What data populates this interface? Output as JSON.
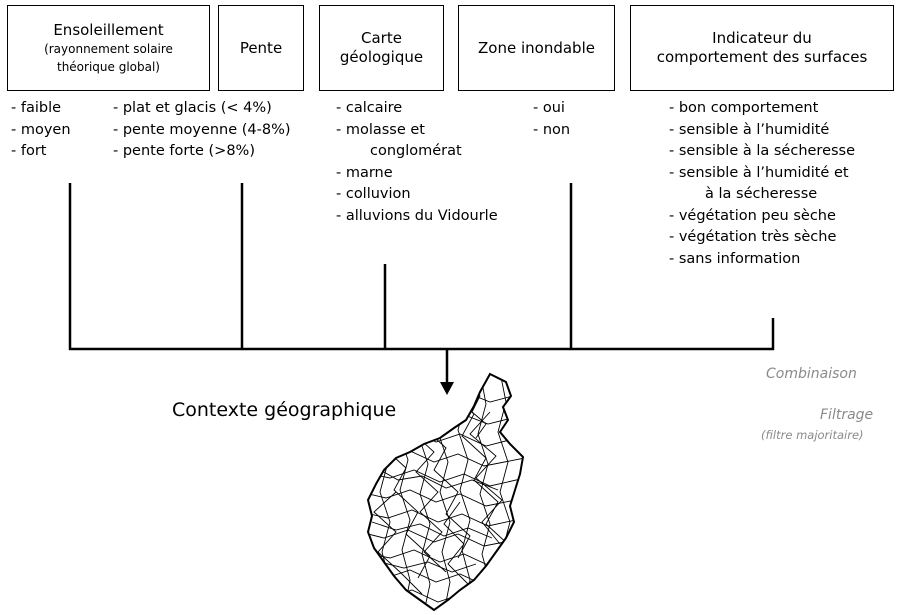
{
  "boxes": {
    "ensoleillement": {
      "title": "Ensoleillement",
      "sub1": "(rayonnement solaire",
      "sub2": "théorique global)"
    },
    "pente": {
      "title": "Pente"
    },
    "carte": {
      "line1": "Carte",
      "line2": "géologique"
    },
    "zone": {
      "title": "Zone inondable"
    },
    "indicateur": {
      "line1": "Indicateur du",
      "line2": "comportement des surfaces"
    }
  },
  "lists": {
    "ensoleillement": [
      "- faible",
      "- moyen",
      "- fort"
    ],
    "pente": [
      "- plat et glacis (< 4%)",
      "- pente moyenne (4-8%)",
      "- pente forte (>8%)"
    ],
    "geologie": {
      "i0": "- calcaire",
      "i1": "- molasse et",
      "i1b": "conglomérat",
      "i2": "- marne",
      "i3": "- colluvion",
      "i4": "- alluvions du Vidourle"
    },
    "zone": [
      "- oui",
      "- non"
    ],
    "indicateur": {
      "i0": "- bon comportement",
      "i1": "- sensible à l’humidité",
      "i2": "- sensible à la sécheresse",
      "i3": "- sensible à l’humidité et",
      "i3b": "à la sécheresse",
      "i4": "- végétation peu sèche",
      "i5": "- végétation très sèche",
      "i6": "- sans information"
    }
  },
  "process": {
    "combinaison": "Combinaison",
    "filtrage": "Filtrage",
    "filtre": "(filtre majoritaire)"
  },
  "result": {
    "label": "Contexte géographique"
  },
  "colors": {
    "line": "#000000",
    "side_text": "#8a8a8a",
    "map_stroke": "#000000",
    "map_fill": "#ffffff"
  }
}
